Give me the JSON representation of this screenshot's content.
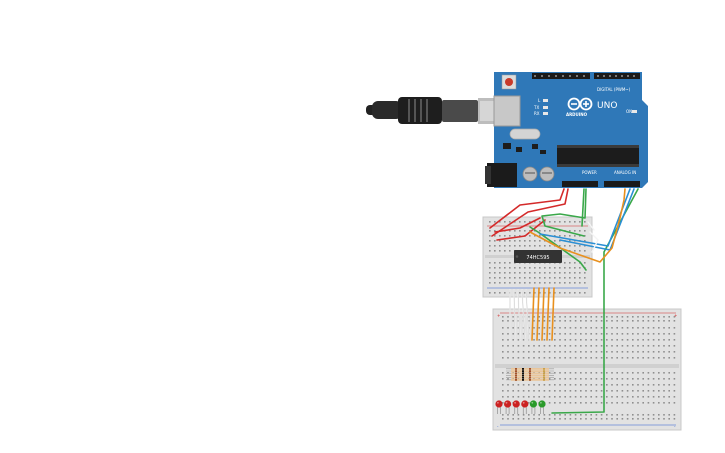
{
  "circuit": {
    "board": {
      "brand": "ARDUINO",
      "model": "UNO",
      "digital_header_label": "DIGITAL (PWM~)",
      "power_label": "POWER",
      "analog_label": "ANALOG IN",
      "tx_label": "TX",
      "rx_label": "RX",
      "l_label": "L",
      "on_label": "ON",
      "color": "#2f78b8"
    },
    "chip": {
      "label": "74HC595"
    },
    "wire_colors": {
      "red": "#d42a2a",
      "green": "#3aa84a",
      "blue": "#2a8fd4",
      "orange": "#e8901e",
      "white": "#f4f4f4"
    },
    "led_colors": [
      "#cc2222",
      "#cc2222",
      "#cc2222",
      "#cc2222",
      "#2a9a2a",
      "#2a9a2a"
    ],
    "led_count": 6,
    "resistor_count": 6
  }
}
